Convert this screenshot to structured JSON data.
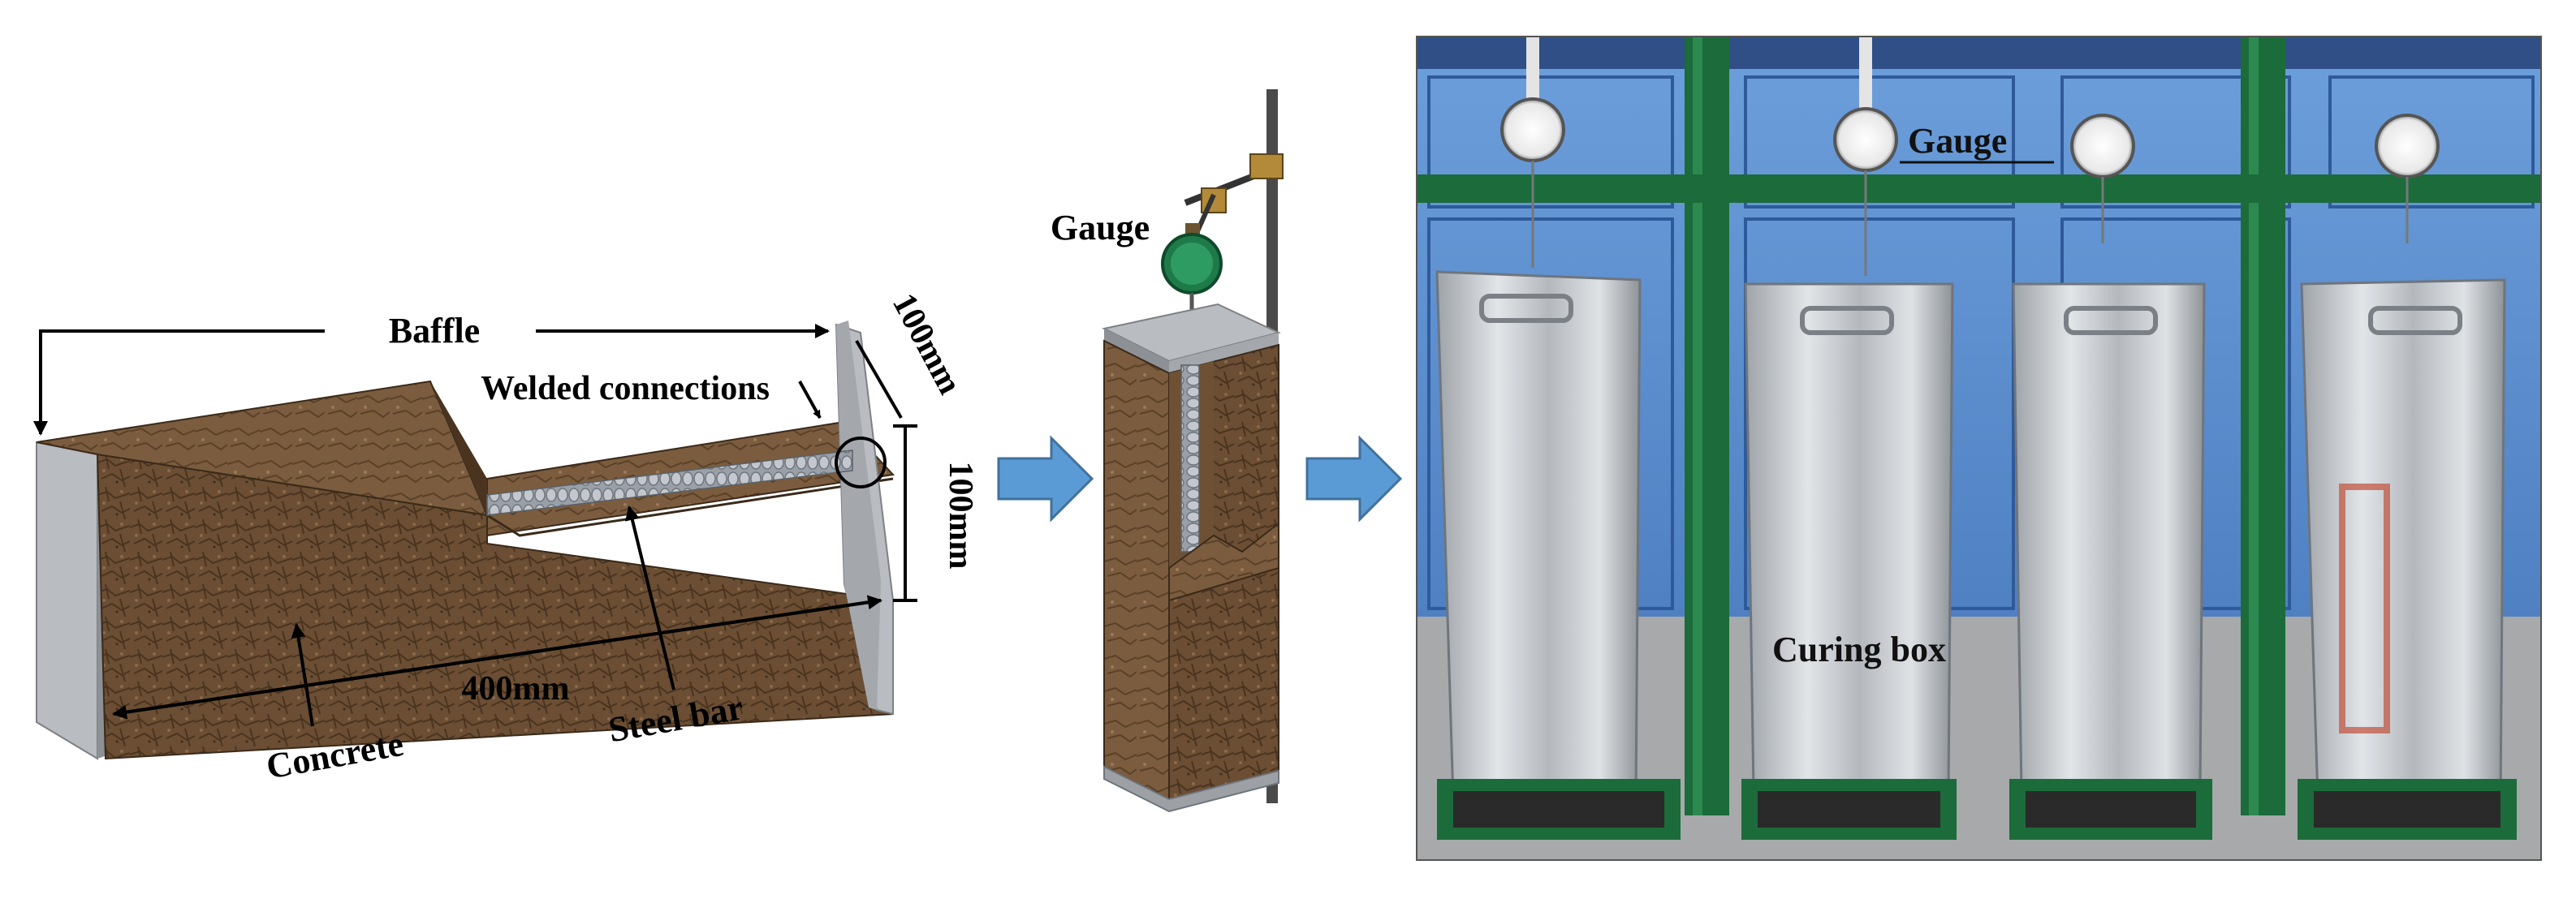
{
  "figure": {
    "panel_a": {
      "labels": {
        "baffle": "Baffle",
        "welded": "Welded connections",
        "dim_top": "100mm",
        "dim_side": "100mm",
        "length": "400mm",
        "concrete": "Concrete",
        "steel_bar": "Steel bar"
      }
    },
    "panel_b": {
      "labels": {
        "gauge": "Gauge"
      }
    },
    "panel_c": {
      "labels": {
        "gauge": "Gauge",
        "curing_box": "Curing box"
      }
    },
    "colors": {
      "concrete": "#6b4e33",
      "concrete_dark": "#4a3420",
      "baffle": "#b9bcc0",
      "arrow": "#5b9bd5",
      "frame_green": "#1c6b3a",
      "cabinet_blue": "#5a8fd0",
      "steel": "#c9ccd0"
    },
    "icons": [
      "right-arrow-icon",
      "dial-gauge-icon"
    ]
  }
}
